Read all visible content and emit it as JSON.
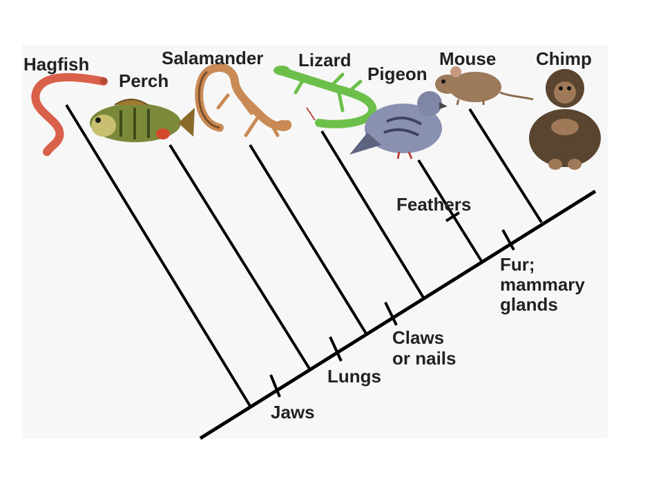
{
  "taxa": [
    {
      "key": "hagfish",
      "label": "Hagfish"
    },
    {
      "key": "perch",
      "label": "Perch"
    },
    {
      "key": "salamander",
      "label": "Salamander"
    },
    {
      "key": "lizard",
      "label": "Lizard"
    },
    {
      "key": "pigeon",
      "label": "Pigeon"
    },
    {
      "key": "mouse",
      "label": "Mouse"
    },
    {
      "key": "chimp",
      "label": "Chimp"
    }
  ],
  "traits": [
    {
      "key": "jaws",
      "lines": [
        "Jaws"
      ]
    },
    {
      "key": "lungs",
      "lines": [
        "Lungs"
      ]
    },
    {
      "key": "claws",
      "lines": [
        "Claws",
        "or nails"
      ]
    },
    {
      "key": "feathers",
      "lines": [
        "Feathers"
      ]
    },
    {
      "key": "fur",
      "lines": [
        "Fur;",
        "mammary",
        "glands"
      ]
    }
  ],
  "colors": {
    "panel_background": "#f7f7f7",
    "line": "#000000",
    "text": "#222222",
    "hagfish": "#d9604a",
    "perch": "#7a8a3a",
    "salamander": "#c98a55",
    "lizard": "#6cc04a",
    "pigeon": "#7f86a6",
    "mouse": "#9c7a5a",
    "chimp": "#5a4630"
  }
}
